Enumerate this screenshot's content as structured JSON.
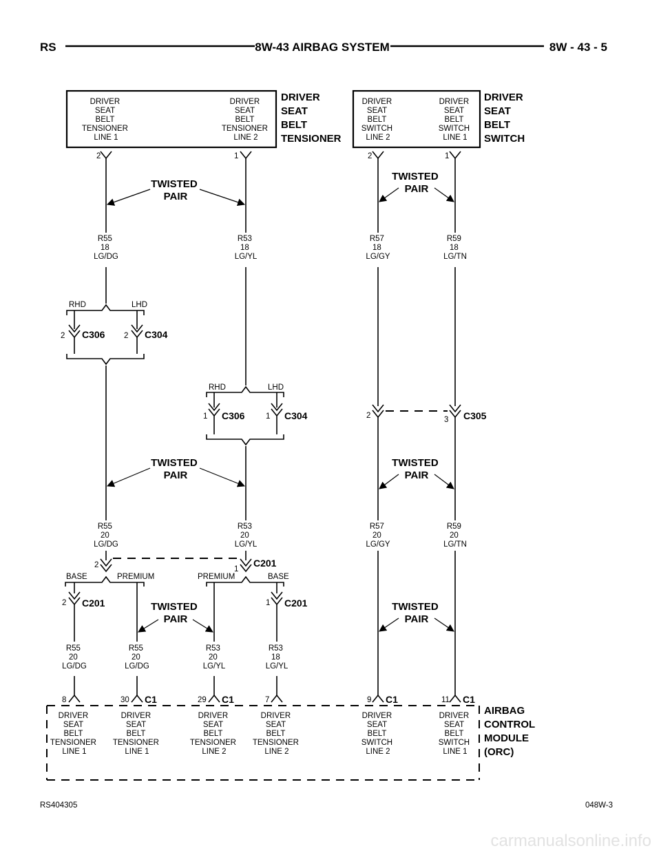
{
  "header": {
    "left": "RS",
    "title": "8W-43 AIRBAG SYSTEM",
    "right": "8W - 43 - 5"
  },
  "footer": {
    "left": "RS404305",
    "right": "048W-3"
  },
  "watermark": "carmanualsonline.info",
  "components": {
    "tensioner": {
      "name": [
        "DRIVER",
        "SEAT",
        "BELT",
        "TENSIONER"
      ],
      "pin2_label": [
        "DRIVER",
        "SEAT",
        "BELT",
        "TENSIONER",
        "LINE 1"
      ],
      "pin1_label": [
        "DRIVER",
        "SEAT",
        "BELT",
        "TENSIONER",
        "LINE 2"
      ],
      "pin2": "2",
      "pin1": "1"
    },
    "switch": {
      "name": [
        "DRIVER",
        "SEAT",
        "BELT",
        "SWITCH"
      ],
      "pin2_label": [
        "DRIVER",
        "SEAT",
        "BELT",
        "SWITCH",
        "LINE 2"
      ],
      "pin1_label": [
        "DRIVER",
        "SEAT",
        "BELT",
        "SWITCH",
        "LINE 1"
      ],
      "pin2": "2",
      "pin1": "1"
    },
    "orc": {
      "name": [
        "AIRBAG",
        "CONTROL",
        "MODULE",
        "(ORC)"
      ],
      "pins": [
        {
          "pin": "8",
          "conn": "",
          "label": [
            "DRIVER",
            "SEAT",
            "BELT",
            "TENSIONER",
            "LINE 1"
          ]
        },
        {
          "pin": "30",
          "conn": "C1",
          "label": [
            "DRIVER",
            "SEAT",
            "BELT",
            "TENSIONER",
            "LINE 1"
          ]
        },
        {
          "pin": "29",
          "conn": "C1",
          "label": [
            "DRIVER",
            "SEAT",
            "BELT",
            "TENSIONER",
            "LINE 2"
          ]
        },
        {
          "pin": "7",
          "conn": "",
          "label": [
            "DRIVER",
            "SEAT",
            "BELT",
            "TENSIONER",
            "LINE 2"
          ]
        },
        {
          "pin": "9",
          "conn": "C1",
          "label": [
            "DRIVER",
            "SEAT",
            "BELT",
            "SWITCH",
            "LINE 2"
          ]
        },
        {
          "pin": "11",
          "conn": "C1",
          "label": [
            "DRIVER",
            "SEAT",
            "BELT",
            "SWITCH",
            "LINE 1"
          ]
        }
      ]
    }
  },
  "twisted_pair": [
    "TWISTED",
    "PAIR"
  ],
  "wires": {
    "r55_top": [
      "R55",
      "18",
      "LG/DG"
    ],
    "r53_top": [
      "R53",
      "18",
      "LG/YL"
    ],
    "r57_top": [
      "R57",
      "18",
      "LG/GY"
    ],
    "r59_top": [
      "R59",
      "18",
      "LG/TN"
    ],
    "r55_mid": [
      "R55",
      "20",
      "LG/DG"
    ],
    "r53_mid": [
      "R53",
      "20",
      "LG/YL"
    ],
    "r57_mid": [
      "R57",
      "20",
      "LG/GY"
    ],
    "r59_mid": [
      "R59",
      "20",
      "LG/TN"
    ],
    "r55_base": [
      "R55",
      "20",
      "LG/DG"
    ],
    "r55_prem": [
      "R55",
      "20",
      "LG/DG"
    ],
    "r53_prem": [
      "R53",
      "20",
      "LG/YL"
    ],
    "r53_base": [
      "R53",
      "18",
      "LG/YL"
    ]
  },
  "options": {
    "rhd": "RHD",
    "lhd": "LHD",
    "base": "BASE",
    "premium": "PREMIUM"
  },
  "connectors": {
    "c306": "C306",
    "c304": "C304",
    "c305": "C305",
    "c201": "C201",
    "pin1": "1",
    "pin2": "2",
    "pin3": "3"
  }
}
